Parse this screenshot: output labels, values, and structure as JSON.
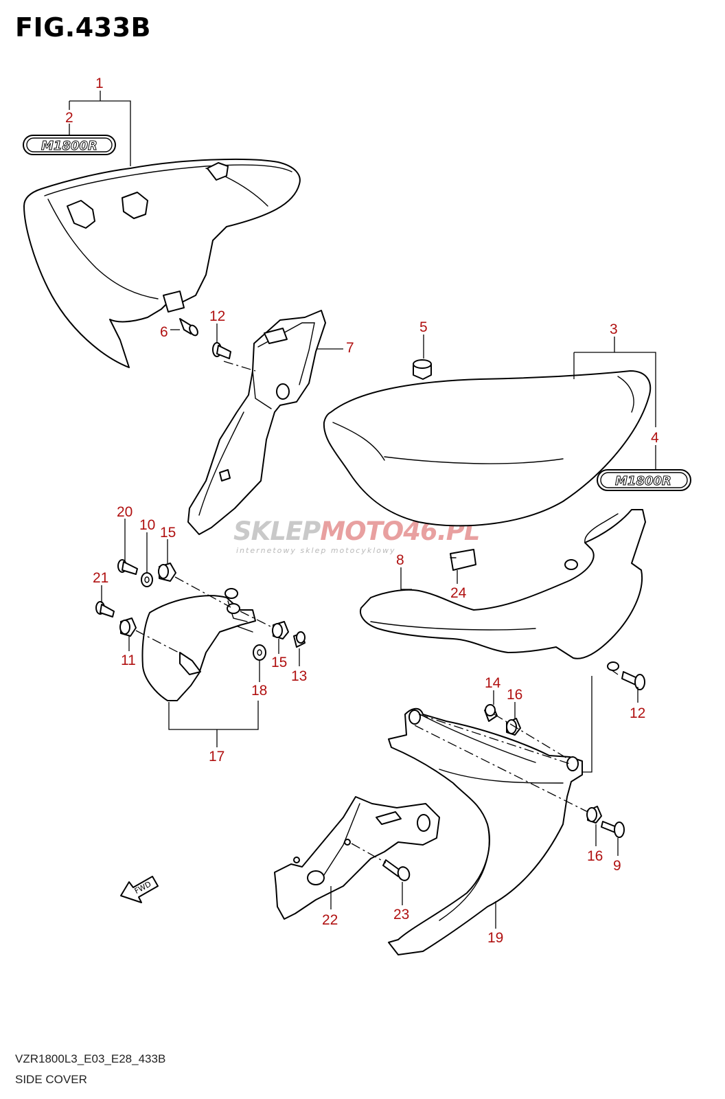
{
  "figure": {
    "title": "FIG.433B"
  },
  "footer": {
    "code": "VZR1800L3_E03_E28_433B",
    "caption": "SIDE COVER"
  },
  "watermark": {
    "brand_left": "SKLEP",
    "brand_right": "MOTO46.PL",
    "tagline": "internetowy sklep motocyklowy"
  },
  "emblem_text": "M1800R",
  "fwd_label": "FWD",
  "callouts": [
    "1",
    "2",
    "3",
    "4",
    "5",
    "6",
    "7",
    "8",
    "9",
    "10",
    "11",
    "12",
    "12",
    "13",
    "14",
    "15",
    "15",
    "16",
    "16",
    "17",
    "18",
    "19",
    "20",
    "21",
    "22",
    "23",
    "24"
  ],
  "colors": {
    "callout": "#b01010",
    "line": "#000000",
    "watermark": "#c9c9c9"
  }
}
